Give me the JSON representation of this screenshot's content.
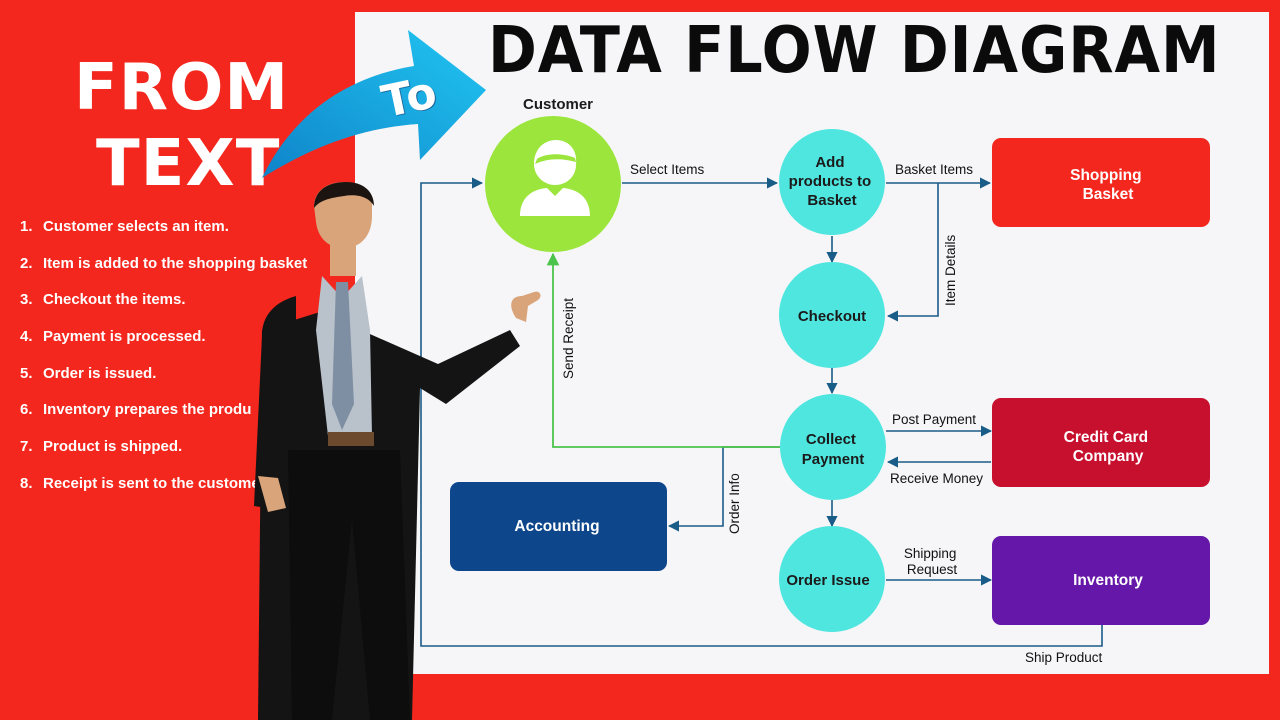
{
  "header": {
    "title": "DATA FLOW DIAGRAM",
    "from_line1": "FROM",
    "from_line2": "TEXT",
    "to_word": "To"
  },
  "steps": [
    {
      "num": "1.",
      "text": "Customer selects an item."
    },
    {
      "num": "2.",
      "text": "Item is added to the shopping basket"
    },
    {
      "num": "3.",
      "text": "Checkout the items."
    },
    {
      "num": "4.",
      "text": "Payment is processed."
    },
    {
      "num": "5.",
      "text": "Order is issued."
    },
    {
      "num": "6.",
      "text": "Inventory prepares the produ"
    },
    {
      "num": "7.",
      "text": "Product is shipped."
    },
    {
      "num": "8.",
      "text": "Receipt is sent to the custome"
    }
  ],
  "diagram": {
    "customer_label": "Customer",
    "processes": {
      "add_products": [
        "Add",
        "products to",
        "Basket"
      ],
      "checkout": [
        "Checkout"
      ],
      "collect_payment": [
        "Collect",
        "Payment"
      ],
      "order_issue": [
        "Order Issue"
      ]
    },
    "entities": {
      "shopping_basket": [
        "Shopping",
        "Basket"
      ],
      "credit_card": [
        "Credit Card",
        "Company"
      ],
      "accounting": [
        "Accounting"
      ],
      "inventory": [
        "Inventory"
      ]
    },
    "flows": {
      "select_items": "Select Items",
      "basket_items": "Basket Items",
      "item_details": "Item Details",
      "send_receipt": "Send Receipt",
      "post_payment": "Post Payment",
      "receive_money": "Receive Money",
      "order_info": "Order Info",
      "shipping_request": [
        "Shipping",
        "Request"
      ],
      "ship_product": "Ship Product"
    }
  },
  "colors": {
    "background": "#f3271d",
    "panel": "#f6f6f8",
    "customer": "#9be53c",
    "process": "#4fe6e0",
    "shopping_basket": "#f3271d",
    "credit_card": "#c70f2e",
    "accounting": "#0d468a",
    "inventory": "#6417a8",
    "flow_line": "#1a5c88",
    "receipt_line": "#4cc44c"
  }
}
